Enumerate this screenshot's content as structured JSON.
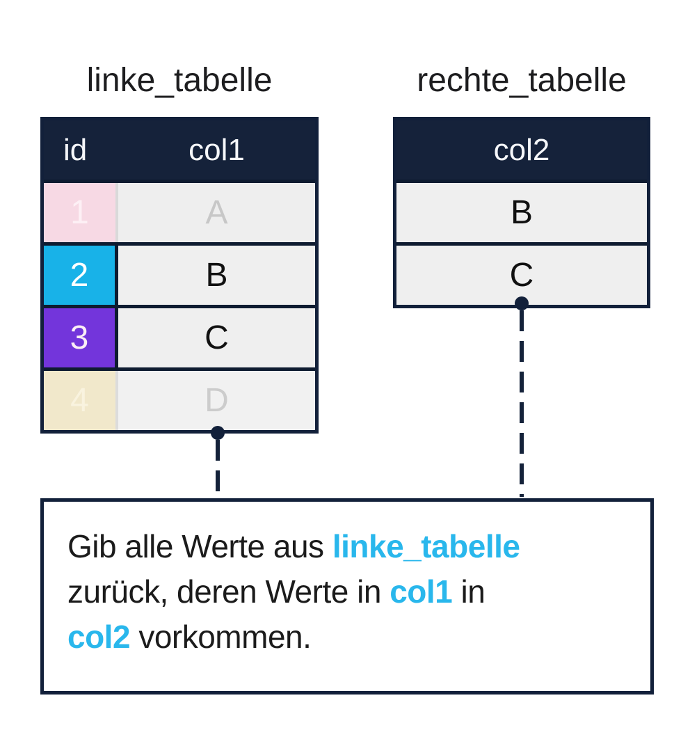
{
  "colors": {
    "navy_header": "#15223A",
    "border_dark": "#12203A",
    "accent_cyan_text": "#29B7EC",
    "cell_cyan": "#18B2E8",
    "cell_purple": "#7335DB",
    "cell_pink_faded": "#F7D9E4",
    "cell_cream_faded": "#F1E8CB",
    "row_gray": "#EFEFEF",
    "faded_text_gray": "#C7C7C7",
    "text_black": "#1B1B1B"
  },
  "left_table": {
    "title": "linke_tabelle",
    "columns": [
      "id",
      "col1"
    ],
    "rows": [
      {
        "id": "1",
        "col1": "A",
        "state": "faded-pink"
      },
      {
        "id": "2",
        "col1": "B",
        "state": "cyan"
      },
      {
        "id": "3",
        "col1": "C",
        "state": "purple"
      },
      {
        "id": "4",
        "col1": "D",
        "state": "faded-cream"
      }
    ]
  },
  "right_table": {
    "title": "rechte_tabelle",
    "columns": [
      "col2"
    ],
    "rows": [
      {
        "col2": "B"
      },
      {
        "col2": "C"
      }
    ]
  },
  "explanation": {
    "lines": [
      {
        "segments": [
          {
            "text": "Gib alle Werte aus ",
            "highlight": false
          },
          {
            "text": "linke_tabelle",
            "highlight": true
          }
        ]
      },
      {
        "segments": [
          {
            "text": "zurück, deren Werte in ",
            "highlight": false
          },
          {
            "text": "col1",
            "highlight": true
          },
          {
            "text": " in",
            "highlight": false
          }
        ]
      },
      {
        "segments": [
          {
            "text": "col2",
            "highlight": true
          },
          {
            "text": " vorkommen.",
            "highlight": false
          }
        ]
      }
    ]
  }
}
